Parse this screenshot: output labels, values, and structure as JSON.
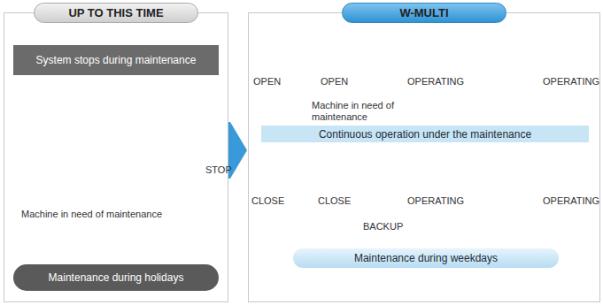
{
  "diagram": {
    "nodes": [
      {
        "text": [
          "UP TO THIS TIME"
        ]
      },
      {
        "text": [
          "System stops during maintenance"
        ],
        "in": 0
      },
      {
        "text": [
          "Maintenance during holidays"
        ],
        "in": 0
      },
      {
        "text": [
          "W-MULTI"
        ]
      },
      {
        "text": [
          "Continuous operation under the maintenance"
        ],
        "in": 3
      },
      {
        "text": [
          "Maintenance during weekdays"
        ],
        "in": 3
      }
    ],
    "edges": [
      {
        "from": 0,
        "to": 3,
        "arrow": "to"
      }
    ],
    "labels": [
      "STOP",
      "Machine in need of maintenance",
      "OPEN",
      "OPEN",
      "OPERATING",
      "OPERATING",
      "Machine in need of maintenance",
      "CLOSE",
      "CLOSE",
      "OPERATING",
      "OPERATING",
      "BACKUP"
    ]
  }
}
